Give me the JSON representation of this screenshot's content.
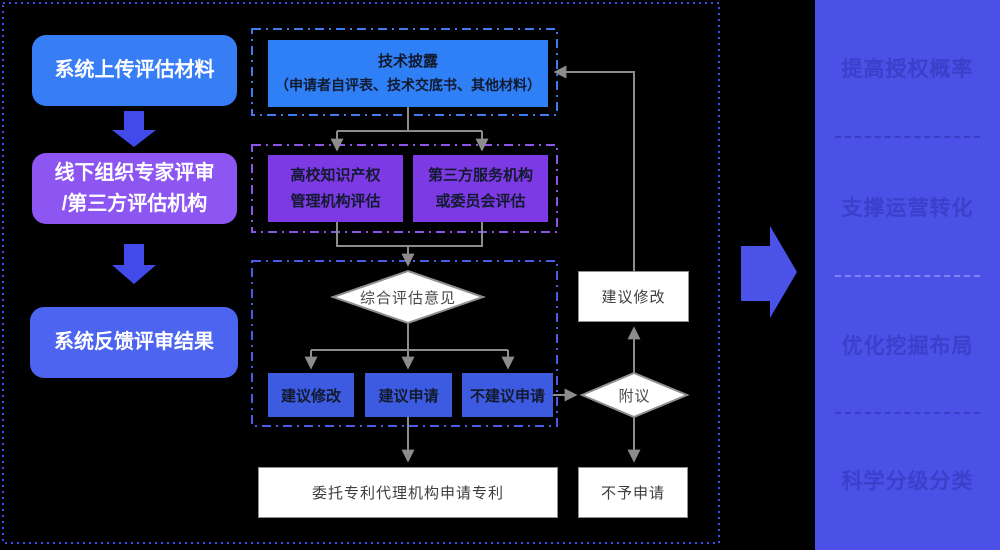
{
  "left_column": {
    "step1": "系统上传评估材料",
    "step2_line1": "线下组织专家评审",
    "step2_line2": "/第三方评估机构",
    "step3": "系统反馈评审结果"
  },
  "flowchart": {
    "disclosure_title": "技术披露",
    "disclosure_subtitle": "（申请者自评表、技术交底书、其他材料）",
    "eval_univ_line1": "高校知识产权",
    "eval_univ_line2": "管理机构评估",
    "eval_third_line1": "第三方服务机构",
    "eval_third_line2": "或委员会评估",
    "decision_overall": "综合评估意见",
    "outcome_revise": "建议修改",
    "outcome_apply": "建议申请",
    "outcome_not_apply": "不建议申请",
    "suggest_revise": "建议修改",
    "decision_second": "附议",
    "no_application": "不予申请",
    "delegate_agency": "委托专利代理机构申请专利"
  },
  "right_panel": {
    "items": [
      "提高授权概率",
      "支撑运营转化",
      "优化挖掘布局",
      "科学分级分类"
    ]
  },
  "colors": {
    "background": "#000000",
    "step_blue": "#377EF6",
    "step_purple": "#8D55F2",
    "step_indigo": "#4C64F0",
    "disclosure_blue": "#2F80F6",
    "eval_purple": "#7C39E4",
    "outcome_blue": "#3D5BE0",
    "flow_arrow_blue": "#424BEA",
    "big_arrow_blue": "#4A52E8",
    "panel_background": "#4B50E6",
    "panel_text": "#3A40CA",
    "connector_gray": "#8C8C8C",
    "outer_border": "#3C4EF0",
    "dash_rect_blue": "#3E7BF0",
    "dash_rect_purple": "#8A55E8",
    "dash_rect_indigo": "#4A5BE8"
  }
}
